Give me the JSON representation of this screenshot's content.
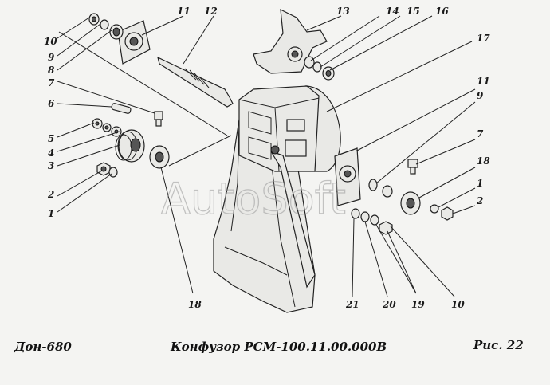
{
  "footer": {
    "left": "Дон-680",
    "center": "Конфузор РСМ-100.11.00.000В",
    "right": "Рис.  22"
  },
  "watermark": "AutoSoft",
  "callouts": [
    {
      "text": "10"
    },
    {
      "text": "9"
    },
    {
      "text": "8"
    },
    {
      "text": "7"
    },
    {
      "text": "6"
    },
    {
      "text": "5"
    },
    {
      "text": "4"
    },
    {
      "text": "3"
    },
    {
      "text": "2"
    },
    {
      "text": "1"
    },
    {
      "text": "11"
    },
    {
      "text": "12"
    },
    {
      "text": "13"
    },
    {
      "text": "14"
    },
    {
      "text": "15"
    },
    {
      "text": "16"
    },
    {
      "text": "17"
    },
    {
      "text": "11"
    },
    {
      "text": "9"
    },
    {
      "text": "7"
    },
    {
      "text": "18"
    },
    {
      "text": "1"
    },
    {
      "text": "2"
    },
    {
      "text": "18"
    },
    {
      "text": "21"
    },
    {
      "text": "20"
    },
    {
      "text": "19"
    },
    {
      "text": "10"
    }
  ]
}
